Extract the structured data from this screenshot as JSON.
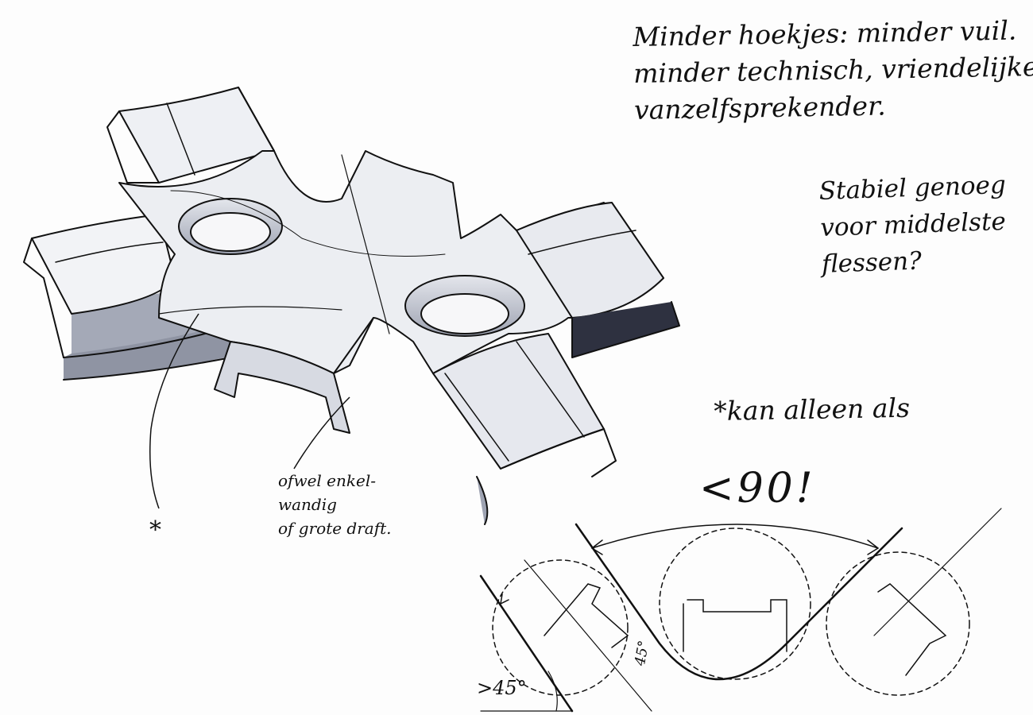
{
  "notes": {
    "top_right": "Minder hoekjes: minder vuil.\nminder technisch, vriendelijker\nvanzelfsprekender.",
    "stabiel": "Stabiel genoeg\nvoor middelste\nflessen?",
    "kan_alleen": "*kan alleen als",
    "angle_limit": "<90!",
    "wall_note": "ofwel enkel-\nwandig\nof grote draft.",
    "asterisk": "*"
  },
  "angle_labels": {
    "left": ">45°",
    "middle": "45°"
  },
  "colors": {
    "ink": "#111111",
    "marker_light": "#d9dce4",
    "marker_mid": "#a9aebd",
    "marker_dark": "#7d8294",
    "paper": "#fdfdfd",
    "pen_blue": "#5060c0"
  }
}
